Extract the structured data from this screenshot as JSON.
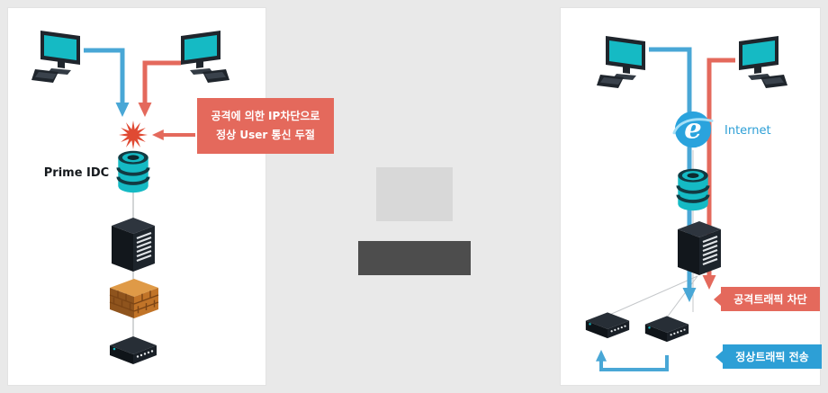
{
  "left_panel": {
    "idc_label": "Prime IDC",
    "ip_block_callout": {
      "line1": "공격에 의한 IP차단으로",
      "line2": "정상 User 통신 두절"
    }
  },
  "right_panel": {
    "internet_label": "Internet",
    "internet_e_glyph": "e",
    "attack_block_callout": "공격트래픽 차단",
    "normal_traffic_callout": "정상트래픽 전송"
  },
  "colors": {
    "background": "#e9e9e9",
    "panel_bg": "#ffffff",
    "attack_red": "#e4695c",
    "traffic_blue": "#49a7d6",
    "callout_blue": "#2d9fd6",
    "device_teal": "#15bac4",
    "firewall_orange": "#c17428",
    "middle_placeholder_light": "#d8d8d8",
    "middle_placeholder_dark": "#4d4d4d"
  },
  "icons": {
    "desktop_computer": "desktop-computer-icon",
    "attack_burst": "attack-burst-icon",
    "idc_database": "database-router-icon",
    "server_rack": "server-rack-icon",
    "firewall": "firewall-icon",
    "network_switch": "network-switch-icon",
    "internet_explorer": "internet-explorer-icon"
  }
}
